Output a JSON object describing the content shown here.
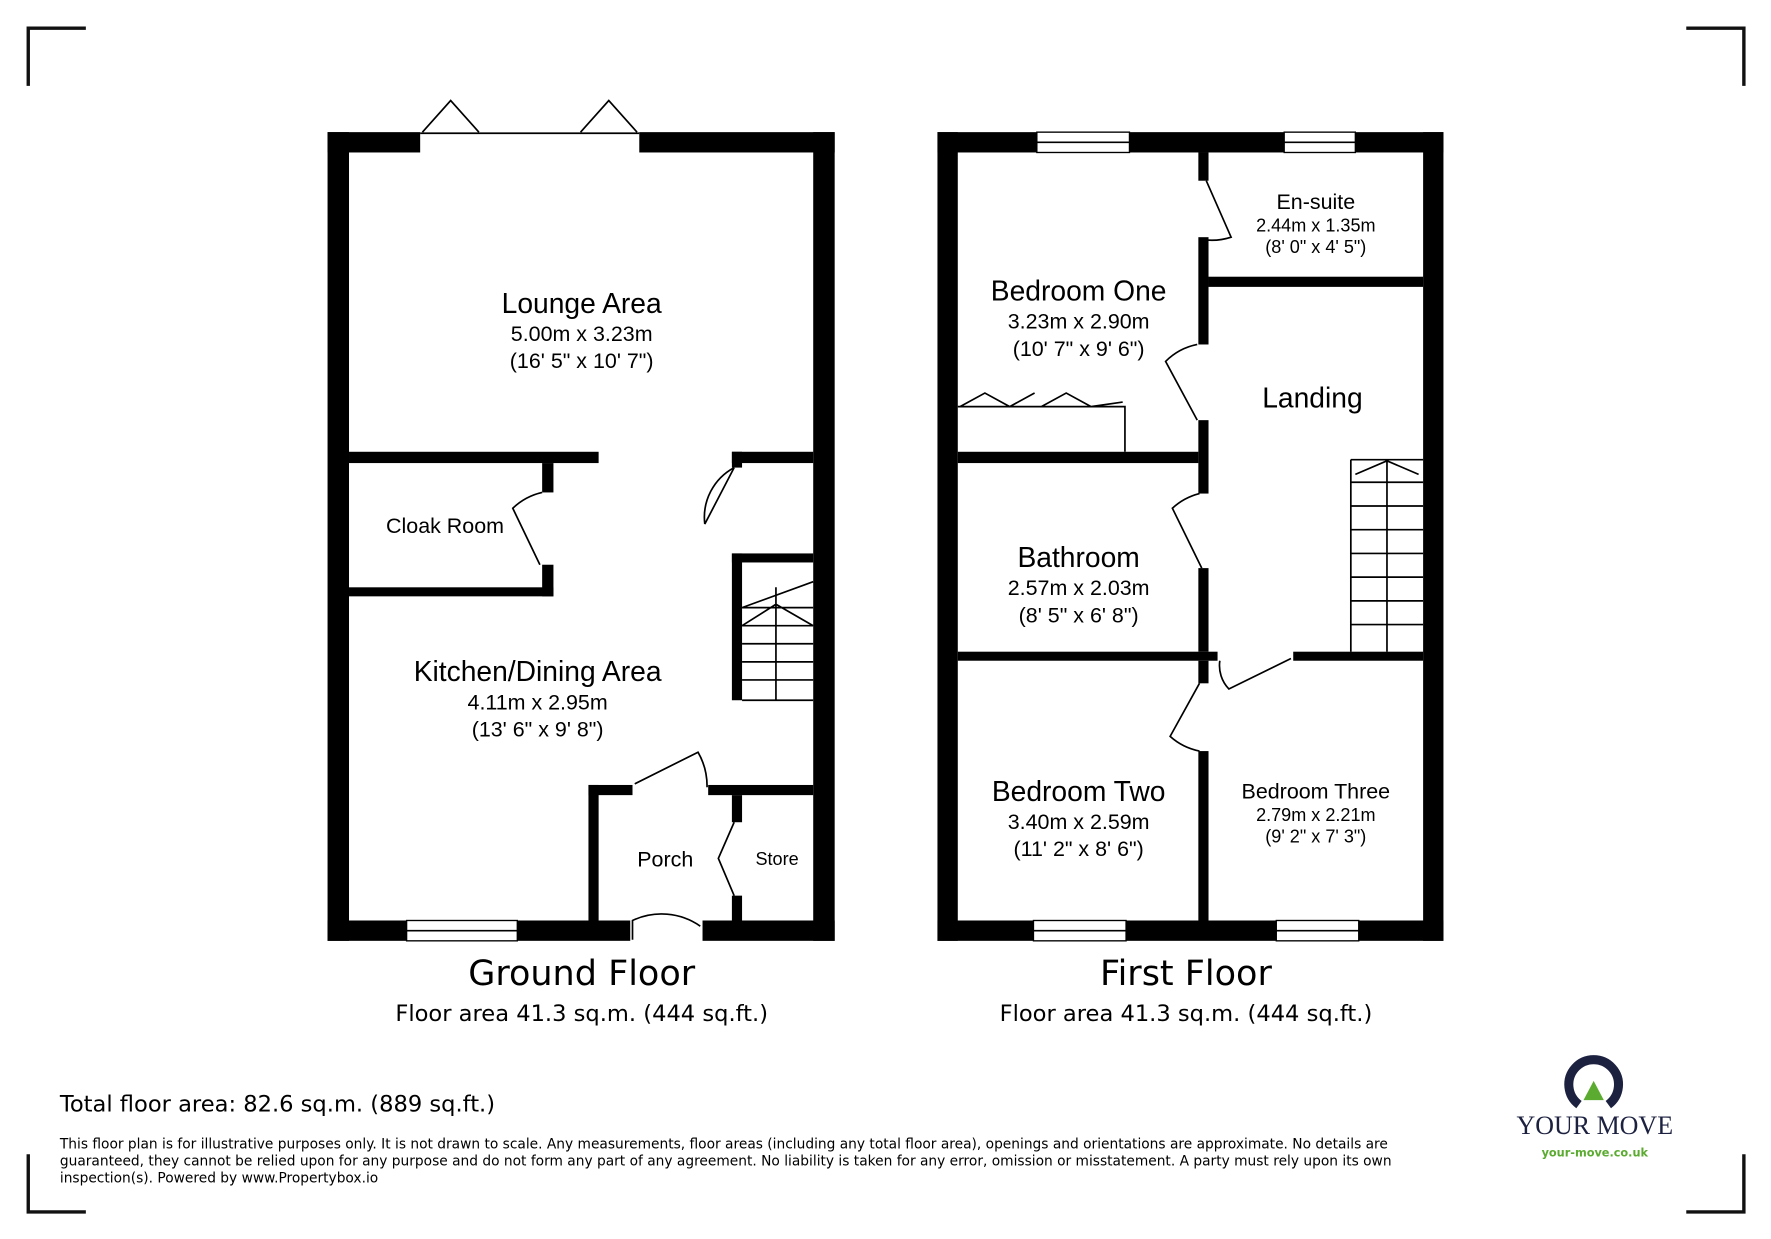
{
  "ground_floor": {
    "title": "Ground Floor",
    "area": "Floor area 41.3 sq.m. (444 sq.ft.)",
    "rooms": [
      {
        "name": "Lounge Area",
        "size_m": "5.00m x 3.23m",
        "size_ft": "(16' 5\" x 10' 7\")"
      },
      {
        "name": "Cloak Room"
      },
      {
        "name": "Kitchen/Dining Area",
        "size_m": "4.11m x 2.95m",
        "size_ft": "(13' 6\" x 9' 8\")"
      },
      {
        "name": "Porch"
      },
      {
        "name": "Store"
      }
    ]
  },
  "first_floor": {
    "title": "First Floor",
    "area": "Floor area 41.3 sq.m. (444 sq.ft.)",
    "rooms": [
      {
        "name": "En-suite",
        "size_m": "2.44m x 1.35m",
        "size_ft": "(8' 0\" x 4' 5\")"
      },
      {
        "name": "Bedroom One",
        "size_m": "3.23m x 2.90m",
        "size_ft": "(10' 7\" x 9' 6\")"
      },
      {
        "name": "Landing"
      },
      {
        "name": "Bathroom",
        "size_m": "2.57m x 2.03m",
        "size_ft": "(8' 5\" x 6' 8\")"
      },
      {
        "name": "Bedroom Two",
        "size_m": "3.40m x 2.59m",
        "size_ft": "(11' 2\" x 8' 6\")"
      },
      {
        "name": "Bedroom Three",
        "size_m": "2.79m x 2.21m",
        "size_ft": "(9' 2\" x 7' 3\")"
      }
    ]
  },
  "total_area": "Total floor area: 82.6 sq.m. (889 sq.ft.)",
  "disclaimer": [
    "This floor plan is for illustrative purposes only. It is not drawn to scale. Any measurements, floor areas (including any total floor area), openings and orientations are approximate. No details are",
    "guaranteed, they cannot be relied upon for any purpose and do not form any part of any agreement. No liability is taken for any error, omission or misstatement. A party must rely upon its own",
    "inspection(s). Powered by www.Propertybox.io"
  ],
  "logo": {
    "text": "YOUR MOVE",
    "url_text": "your-move.co.uk",
    "navy": "#1c2140",
    "green": "#5aab2f"
  }
}
